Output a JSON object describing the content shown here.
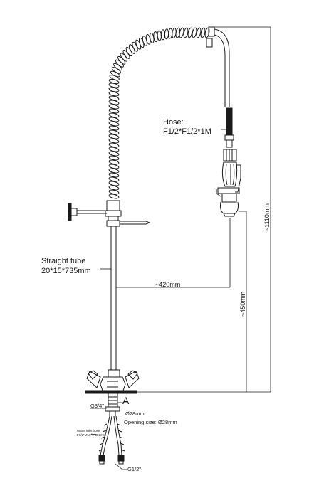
{
  "labels": {
    "hose_line1": "Hose:",
    "hose_line2": "F1/2*F1/2*1M",
    "tube_line1": "Straight tube",
    "tube_line2": "20*15*735mm",
    "dim_reach": "~420mm",
    "dim_height_spout": "~450mm",
    "dim_height_total": "~1110mm",
    "mark_a": "A",
    "thread_inlet": "G3/4\"",
    "hole_diameter": "Ø28mm",
    "opening_size": "Opening size: Ø28mm",
    "inlet_hose_l1": "Water inlet hose",
    "inlet_hose_l2": "F1/2*M10*1*500mm",
    "thread_hose": "G1/2\""
  },
  "icons": [
    "spring-coil-icon",
    "spray-valve-icon",
    "wall-bracket-icon",
    "cross-handle-icon"
  ]
}
